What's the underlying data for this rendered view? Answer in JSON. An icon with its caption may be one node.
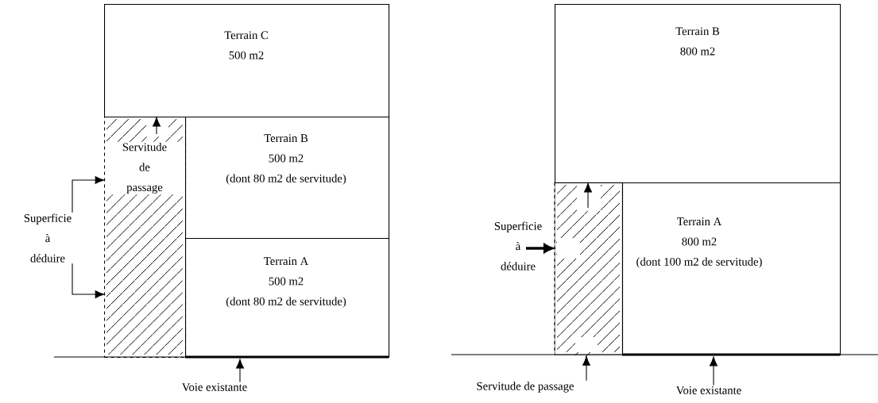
{
  "diagram": {
    "nodes": [
      {
        "text": [
          "Terrain C",
          "500 m2"
        ]
      },
      {
        "text": [
          "Terrain B",
          "500 m2",
          "(dont 80 m2 de servitude)"
        ]
      },
      {
        "text": [
          "Servitude de passage"
        ]
      },
      {
        "text": [
          "Superficie à déduire"
        ]
      },
      {
        "text": [
          "Terrain A",
          "500 m2",
          "(dont 80 m2 de servitude)"
        ]
      },
      {
        "text": [
          "Voie existante"
        ]
      },
      {
        "text": [
          "Terrain B",
          "800 m2"
        ]
      },
      {
        "text": [],
        "shape": "box"
      },
      {
        "text": [
          "Superficie à déduire"
        ]
      },
      {
        "text": [
          "Terrain A",
          "800 m2",
          "(dont 100 m2 de servitude)"
        ]
      },
      {
        "text": [
          "Servitude de passage"
        ]
      },
      {
        "text": [
          "Voie existante"
        ]
      }
    ],
    "edges": [
      {
        "from": 2,
        "to": 0,
        "arrow": "to"
      },
      {
        "from": 3,
        "to": 2,
        "arrow": "to"
      },
      {
        "from": 3,
        "to": 2,
        "arrow": "to"
      },
      {
        "from": 5,
        "to": 4,
        "arrow": "to"
      },
      {
        "from": 7,
        "to": 6,
        "arrow": "to"
      },
      {
        "from": 8,
        "to": 7,
        "arrow": "to",
        "style": "thick"
      },
      {
        "from": 10,
        "to": 7,
        "arrow": "to"
      },
      {
        "from": 11,
        "to": 9,
        "arrow": "to"
      }
    ]
  }
}
